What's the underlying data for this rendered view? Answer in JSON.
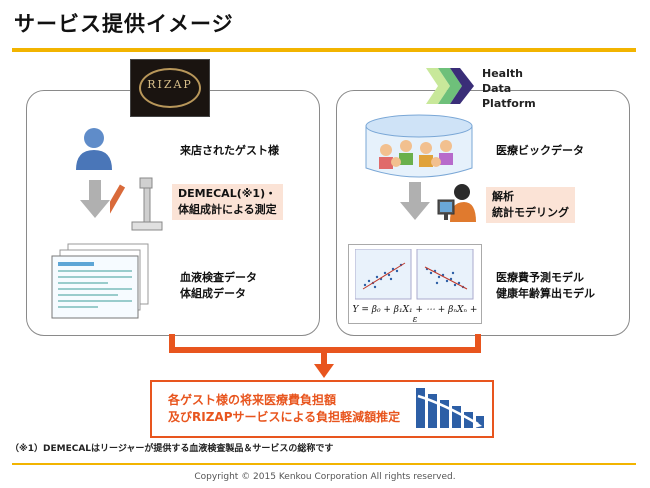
{
  "header": {
    "title": "サービス提供イメージ"
  },
  "left": {
    "logo_text": "RIZAP",
    "items": [
      {
        "label": "来店されたゲスト様"
      },
      {
        "label_line1": "DEMECAL(※1)・",
        "label_line2": "体組成計による測定"
      },
      {
        "label_line1": "血液検査データ",
        "label_line2": "体組成データ"
      }
    ]
  },
  "right": {
    "platform": {
      "line1": "Health",
      "line2": "Data",
      "line3": "Platform"
    },
    "items": [
      {
        "label": "医療ビックデータ"
      },
      {
        "label_line1": "解析",
        "label_line2": "統計モデリング"
      },
      {
        "label_line1": "医療費予測モデル",
        "label_line2": "健康年齢算出モデル"
      }
    ],
    "formula": "Y = β₀ + β₁X₁ + ⋯ + βₙXₙ + ε"
  },
  "result": {
    "line1": "各ゲスト様の将来医療費負担額",
    "line2": "及びRIZAPサービスによる負担軽減額推定"
  },
  "footnote": "（※1）DEMECALはリージャーが提供する血液検査製品＆サービスの総称です",
  "copyright": "Copyright © 2015 Kenkou Corporation All rights reserved.",
  "colors": {
    "accent": "#f2b400",
    "arrow": "#e8551e",
    "highlight": "#fbe3d6"
  }
}
